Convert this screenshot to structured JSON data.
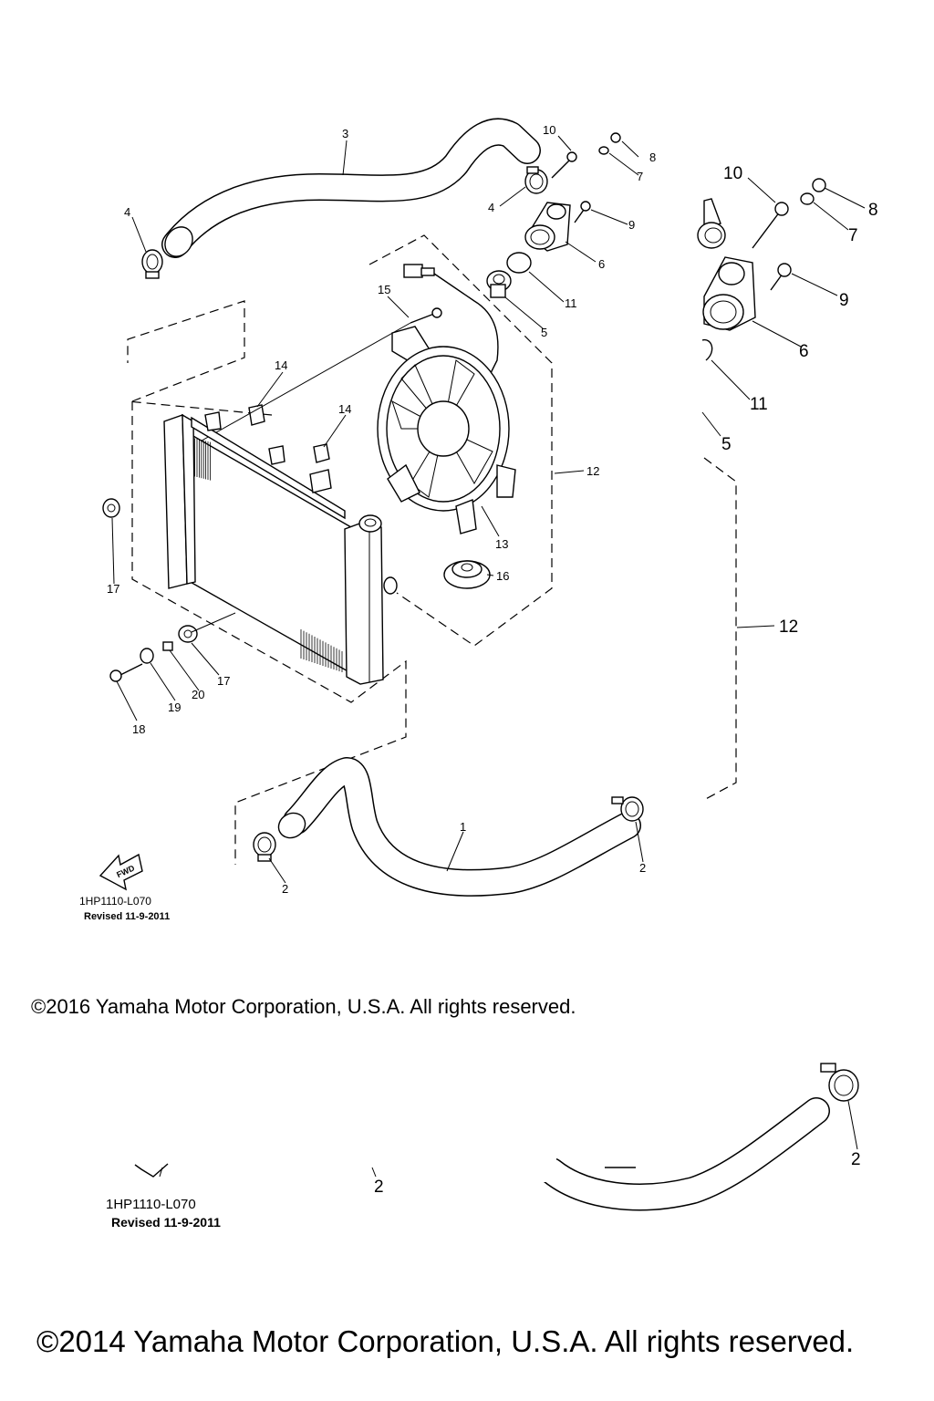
{
  "diagram_code": "1HP1110-L070",
  "revision": "Revised  11-9-2011",
  "fwd_label": "FWD",
  "copyright_2016": "©2016 Yamaha Motor Corporation, U.S.A. All rights reserved.",
  "copyright_2014": "©2014 Yamaha Motor Corporation, U.S.A. All rights reserved.",
  "callouts": {
    "c1": "1",
    "c2a": "2",
    "c2b": "2",
    "c3": "3",
    "c4a": "4",
    "c4b": "4",
    "c5": "5",
    "c6": "6",
    "c7": "7",
    "c8": "8",
    "c9": "9",
    "c10": "10",
    "c11": "11",
    "c12": "12",
    "c13": "13",
    "c14a": "14",
    "c14b": "14",
    "c15": "15",
    "c16": "16",
    "c17a": "17",
    "c17b": "17",
    "c18": "18",
    "c19": "19",
    "c20": "20"
  },
  "zoom_callouts": {
    "z10": "10",
    "z8": "8",
    "z7": "7",
    "z9": "9",
    "z6": "6",
    "z11": "11",
    "z5": "5",
    "z12": "12"
  },
  "bottom_callouts": {
    "b2a": "2",
    "b2b": "2"
  }
}
